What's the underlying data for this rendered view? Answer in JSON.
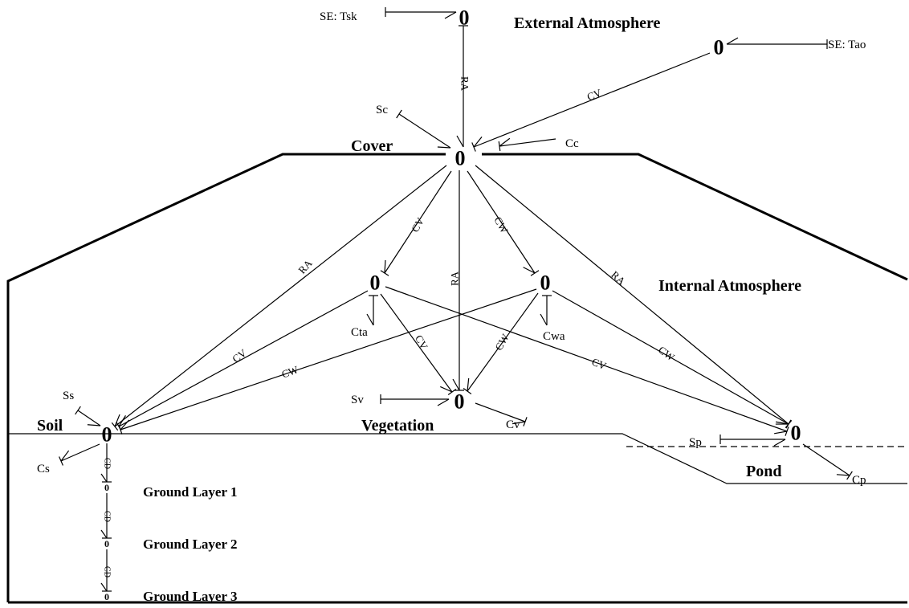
{
  "regions": {
    "external_atmosphere": "External Atmosphere",
    "cover": "Cover",
    "internal_atmosphere": "Internal Atmosphere",
    "soil": "Soil",
    "vegetation": "Vegetation",
    "pond": "Pond",
    "ground_layer_1": "Ground Layer 1",
    "ground_layer_2": "Ground Layer 2",
    "ground_layer_3": "Ground Layer 3"
  },
  "junction_symbol": "0",
  "sources": {
    "se_tsk": "SE: Tsk",
    "se_tao": "SE: Tao",
    "sc": "Sc",
    "ss": "Ss",
    "sv": "Sv",
    "sp": "Sp"
  },
  "capacitors": {
    "cc": "Cc",
    "cs": "Cs",
    "cv": "Cv",
    "cta": "Cta",
    "cwa": "Cwa",
    "cp": "Cp"
  },
  "bond_labels": {
    "ra": "RA",
    "cv": "CV",
    "cw": "CW",
    "cd": "CD"
  }
}
